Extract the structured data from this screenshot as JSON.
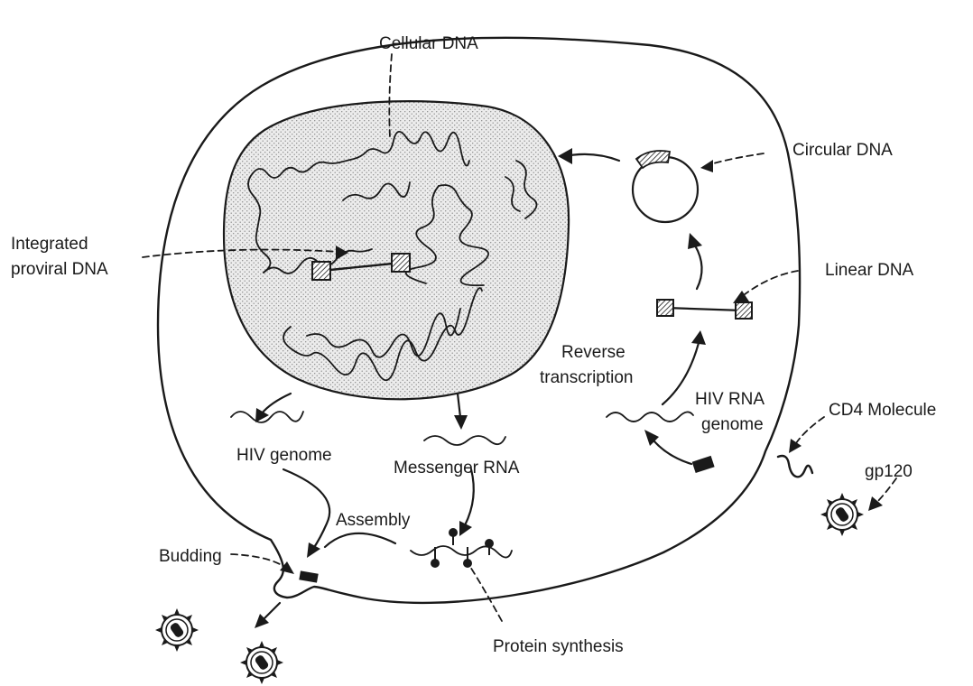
{
  "labels": {
    "cellular_dna": "Cellular DNA",
    "circular_dna": "Circular DNA",
    "integrated_line1": "Integrated",
    "integrated_line2": "proviral DNA",
    "linear_dna": "Linear DNA",
    "reverse_line1": "Reverse",
    "reverse_line2": "transcription",
    "hiv_rna_line1": "HIV RNA",
    "hiv_rna_line2": "genome",
    "cd4_molecule": "CD4 Molecule",
    "gp120": "gp120",
    "hiv_genome": "HIV genome",
    "messenger_rna": "Messenger RNA",
    "assembly": "Assembly",
    "budding": "Budding",
    "protein_synthesis": "Protein synthesis"
  },
  "colors": {
    "ink": "#1a1a1a",
    "nucleus_fill": "#dcdcdc",
    "background": "#ffffff"
  }
}
